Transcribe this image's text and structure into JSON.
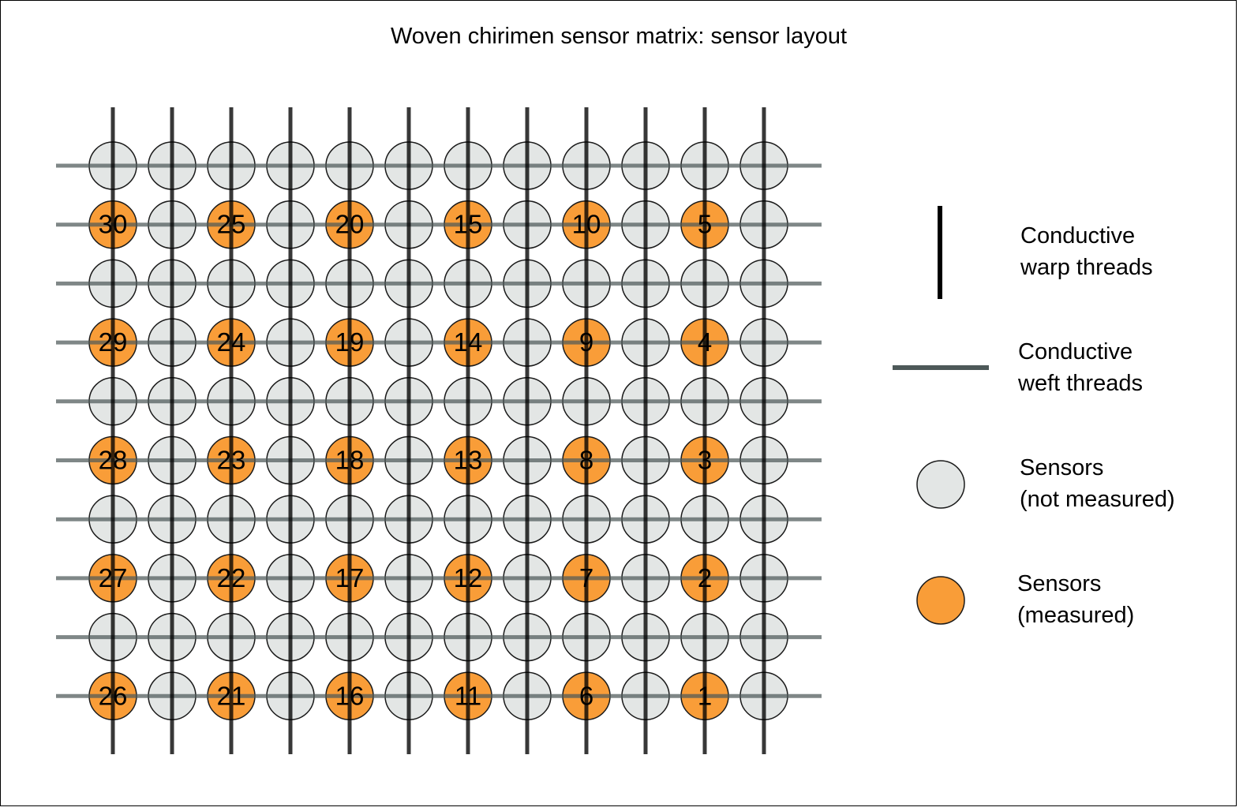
{
  "title": "Woven chirimen sensor matrix: sensor layout",
  "colors": {
    "warp": "#000000",
    "weft": "#4d5959",
    "sensor_unmeasured_fill": "#e3e6e5",
    "sensor_measured_fill": "#f99d38",
    "sensor_stroke": "#1a1a1a"
  },
  "grid": {
    "warp_count": 12,
    "weft_count": 10,
    "measured_rows": [
      1,
      3,
      5,
      7,
      9
    ],
    "measured_cols": [
      0,
      2,
      4,
      6,
      8,
      10
    ],
    "numbering": "column-major from bottom-right, 1-30"
  },
  "sensor_labels": [
    [
      "30",
      "25",
      "20",
      "15",
      "10",
      "5"
    ],
    [
      "29",
      "24",
      "19",
      "14",
      "9",
      "4"
    ],
    [
      "28",
      "23",
      "18",
      "13",
      "8",
      "3"
    ],
    [
      "27",
      "22",
      "17",
      "12",
      "7",
      "2"
    ],
    [
      "26",
      "21",
      "16",
      "11",
      "6",
      "1"
    ]
  ],
  "legend": {
    "warp": {
      "line1": "Conductive",
      "line2": "warp threads"
    },
    "weft": {
      "line1": "Conductive",
      "line2": "weft threads"
    },
    "unmeasured": {
      "line1": "Sensors",
      "line2": "(not measured)"
    },
    "measured": {
      "line1": "Sensors",
      "line2": "(measured)"
    }
  }
}
